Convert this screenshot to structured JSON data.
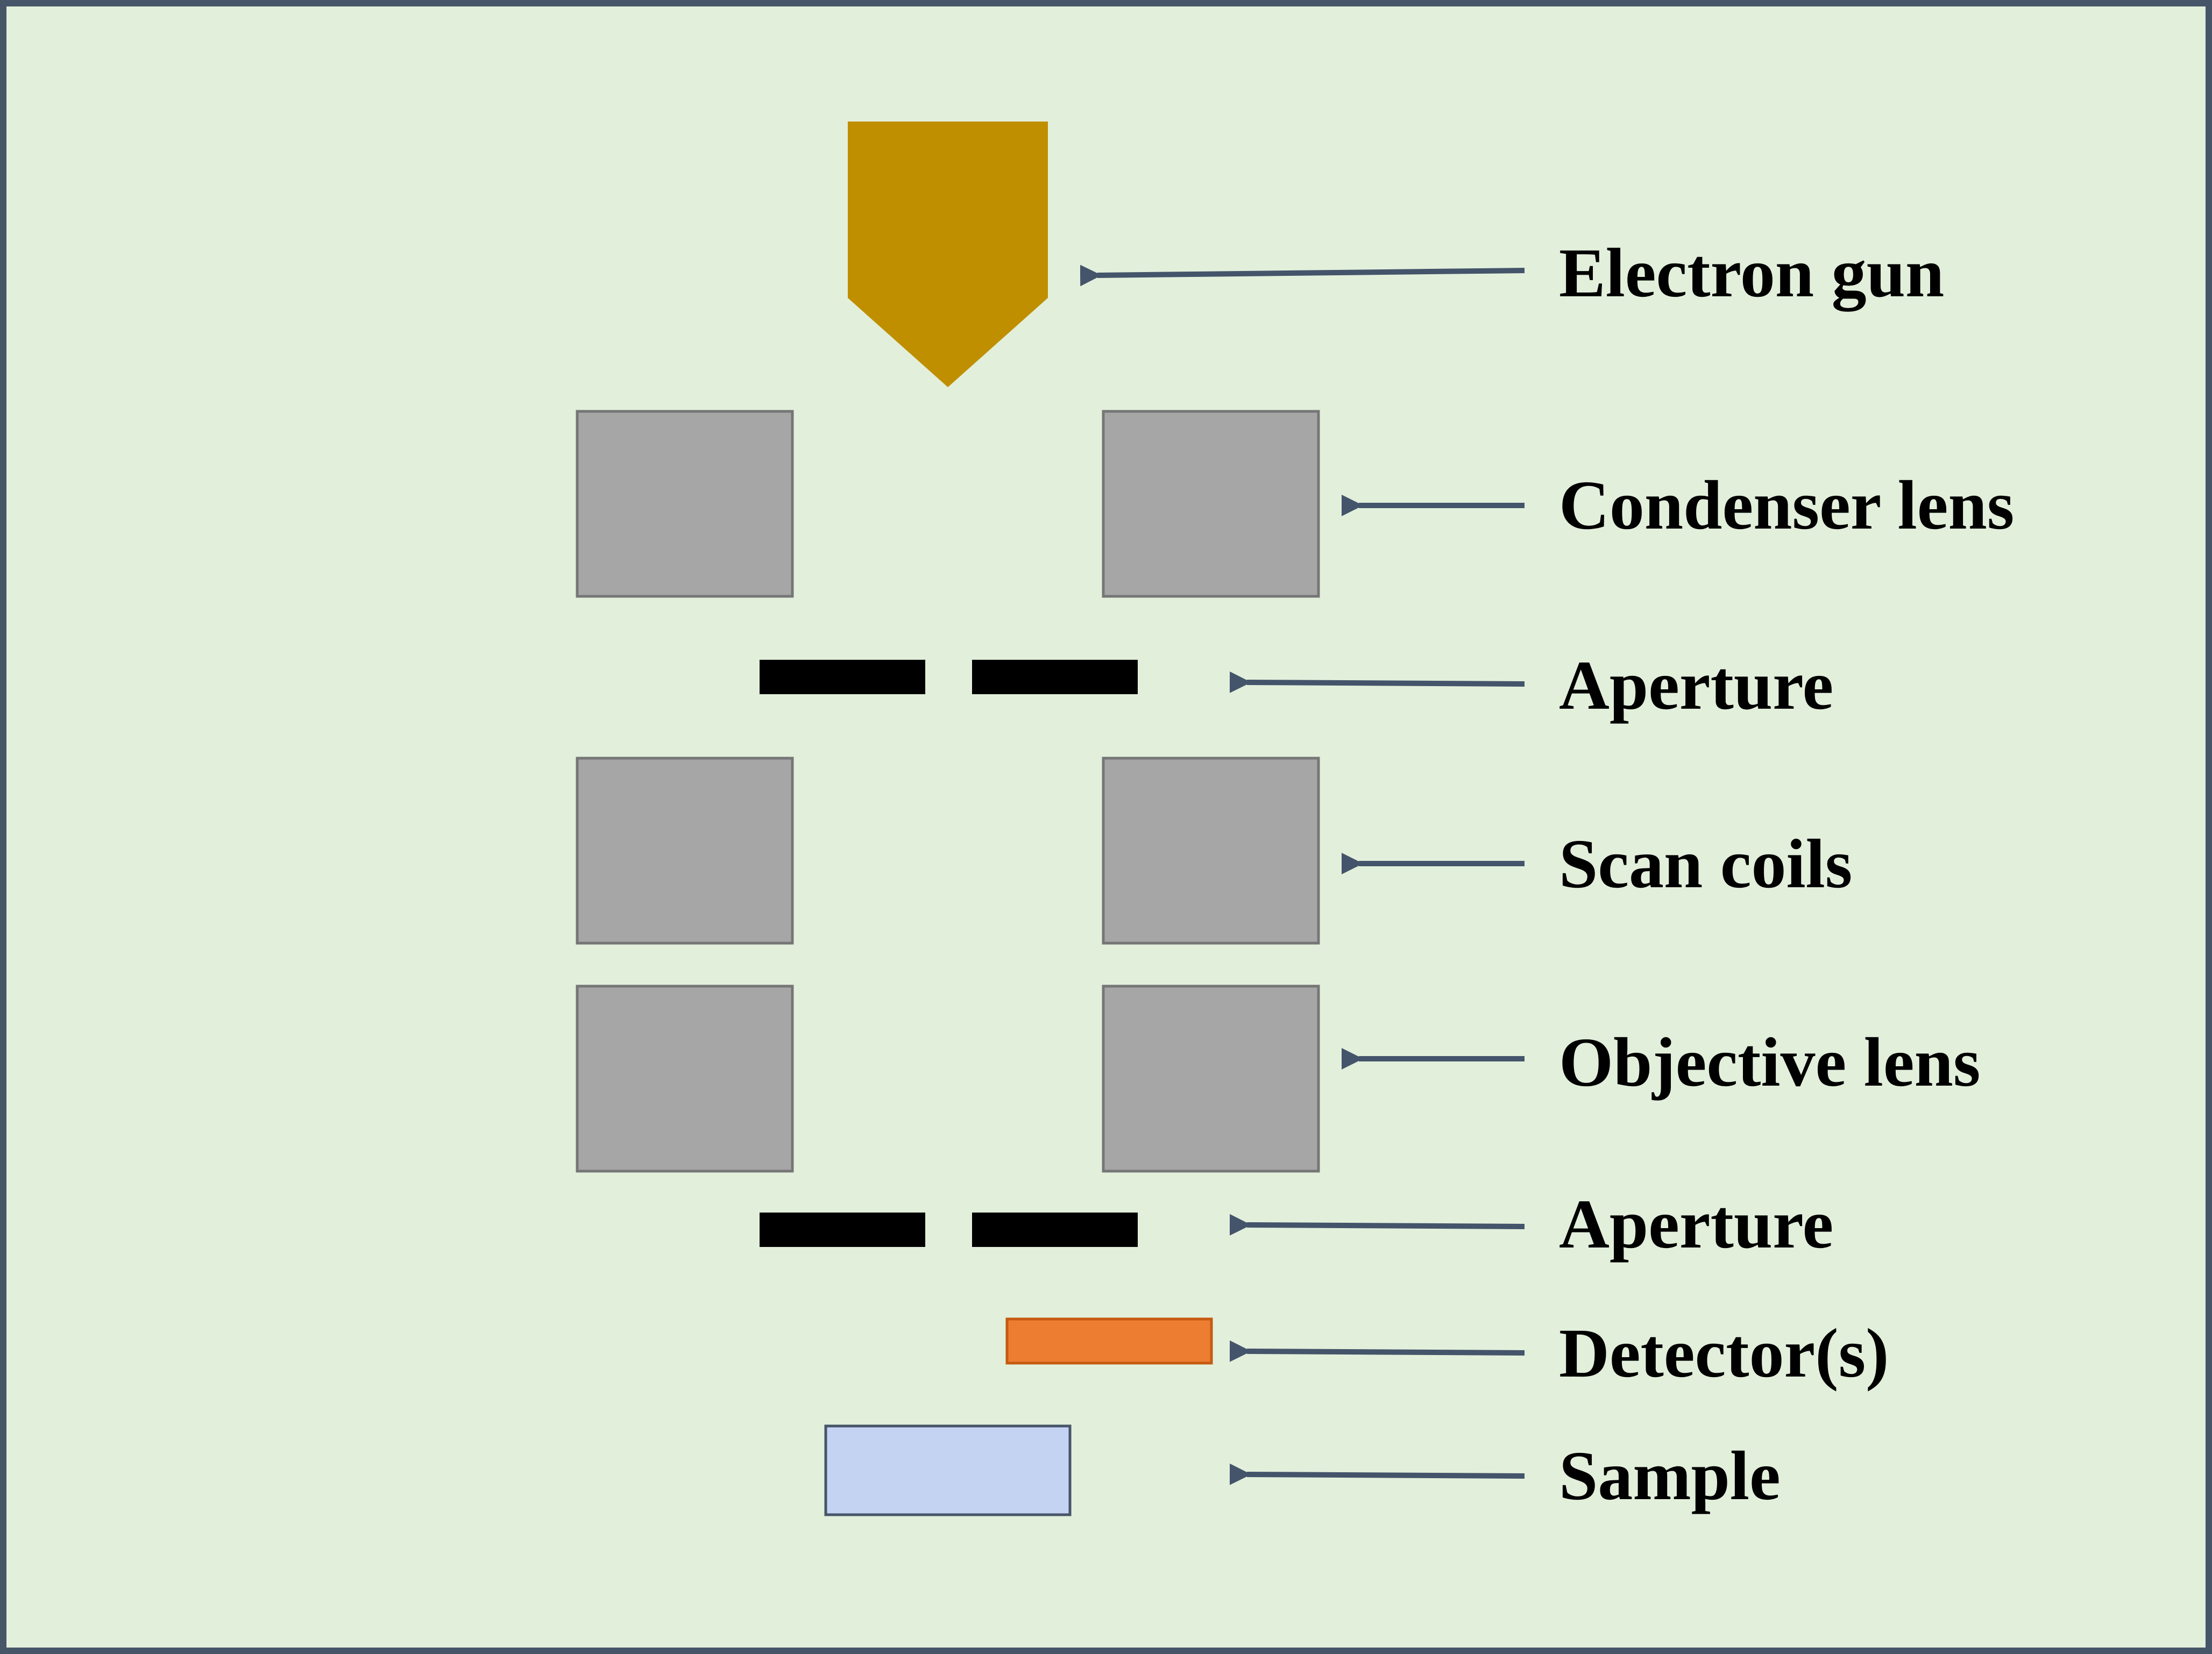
{
  "colors": {
    "background": "#e2efdb",
    "frame": "#475569",
    "gun": "#bf8f00",
    "lens_fill": "#a6a6a6",
    "lens_stroke": "#767676",
    "aperture": "#000000",
    "detector_fill": "#ed7d31",
    "detector_stroke": "#c55a11",
    "sample_fill": "#c5d3f3",
    "sample_stroke": "#475569",
    "arrow": "#44546a",
    "label": "#000000"
  },
  "labels": {
    "electron_gun": "Electron gun",
    "condenser_lens": "Condenser lens",
    "aperture_upper": "Aperture",
    "scan_coils": "Scan coils",
    "objective_lens": "Objective lens",
    "aperture_lower": "Aperture",
    "detectors": "Detector(s)",
    "sample": "Sample"
  }
}
